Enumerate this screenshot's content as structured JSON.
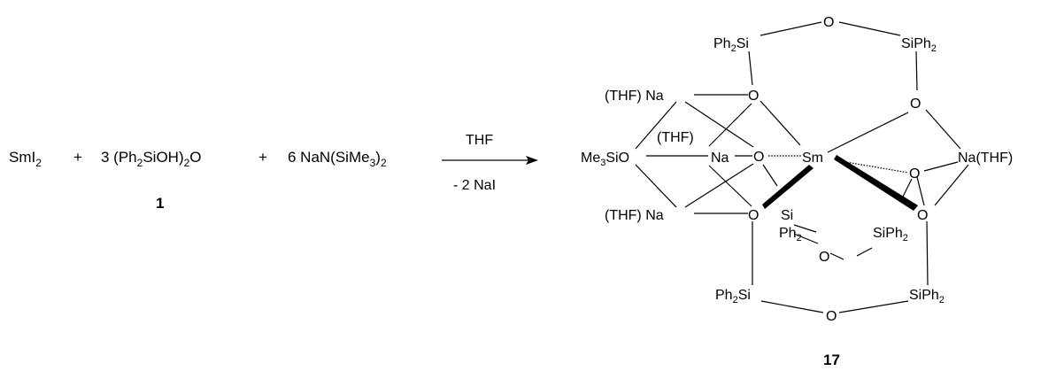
{
  "reaction": {
    "reactant_1": "SmI",
    "reactant_1_sub": "2",
    "plus_1": "+",
    "reactant_2_pre": "3 (Ph",
    "reactant_2_sub1": "2",
    "reactant_2_mid": "SiOH)",
    "reactant_2_sub2": "2",
    "reactant_2_post": "O",
    "plus_2": "+",
    "reactant_3_pre": "6 NaN(SiMe",
    "reactant_3_sub": "3",
    "reactant_3_post": ")",
    "reactant_3_sub2": "2",
    "reactant_2_number": "1",
    "solvent": "THF",
    "byproduct": "- 2 NaI"
  },
  "product": {
    "number": "17",
    "labels": {
      "o_top": "O",
      "ph2si_tl_1": "Ph",
      "ph2si_tl_2": "2",
      "ph2si_tl_3": "Si",
      "siph2_tr_1": "SiPh",
      "siph2_tr_2": "2",
      "o_upper_center": "O",
      "o_upper_right": "O",
      "na_upper": "(THF) Na",
      "me3sio_1": "Me",
      "me3sio_2": "3",
      "me3sio_3": "SiO",
      "na_middle_thf": "(THF)",
      "na_middle": "Na",
      "o_center": "O",
      "sm": "Sm",
      "o_right": "O",
      "na_right": "Na(THF)",
      "na_lower": "(THF) Na",
      "o_lower_center": "O",
      "si_ph2_1": "Si",
      "si_ph2_2": "Ph",
      "si_ph2_3": "2",
      "o_lower_middle": "O",
      "siph2_mid_1": "SiPh",
      "siph2_mid_2": "2",
      "o_lower_right": "O",
      "ph2si_bl_1": "Ph",
      "ph2si_bl_2": "2",
      "ph2si_bl_3": "Si",
      "o_bottom": "O",
      "siph2_br_1": "SiPh",
      "siph2_br_2": "2"
    }
  }
}
